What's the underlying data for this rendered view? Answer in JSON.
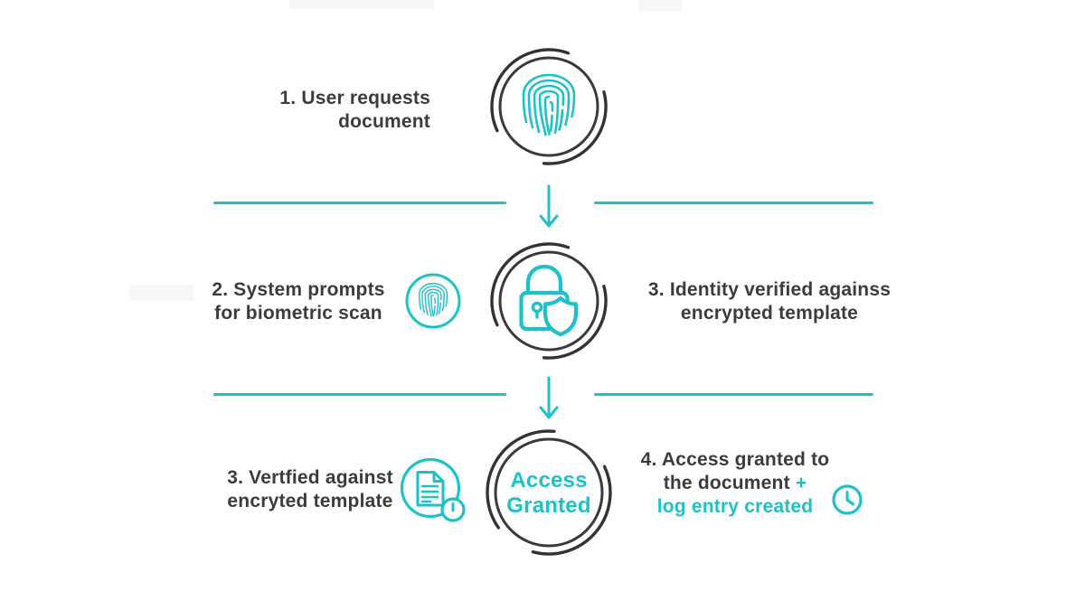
{
  "palette": {
    "accent": "#1FC1C9",
    "ring_dark": "#3A3A3A",
    "text_dark": "#3C3C3C",
    "background": "#FFFFFF"
  },
  "diagram": {
    "title": "biometric-document-access-flow",
    "step1": {
      "label": "1. User requests\ndocument",
      "icon": "fingerprint-icon"
    },
    "step2": {
      "label": "2. System prompts\nfor biometric scan",
      "badge_icon": "fingerprint-icon",
      "main_icon": "lock-shield-icon"
    },
    "step3_right": {
      "label": "3. Identity verified againss\nencrypted template"
    },
    "step3_left": {
      "label": "3. Vertfied against\nencryted template",
      "badge_icon": "document-clock-icon"
    },
    "access_node": {
      "label": "Access\nGranted"
    },
    "step4": {
      "line1": "4. Access granted to",
      "line2": "the document",
      "plus": "+",
      "line3": "log entry created",
      "icon": "clock-icon"
    },
    "connectors": {
      "arrow_icon": "arrow-down-icon",
      "divider_count": 2,
      "arrow_count": 2
    }
  }
}
